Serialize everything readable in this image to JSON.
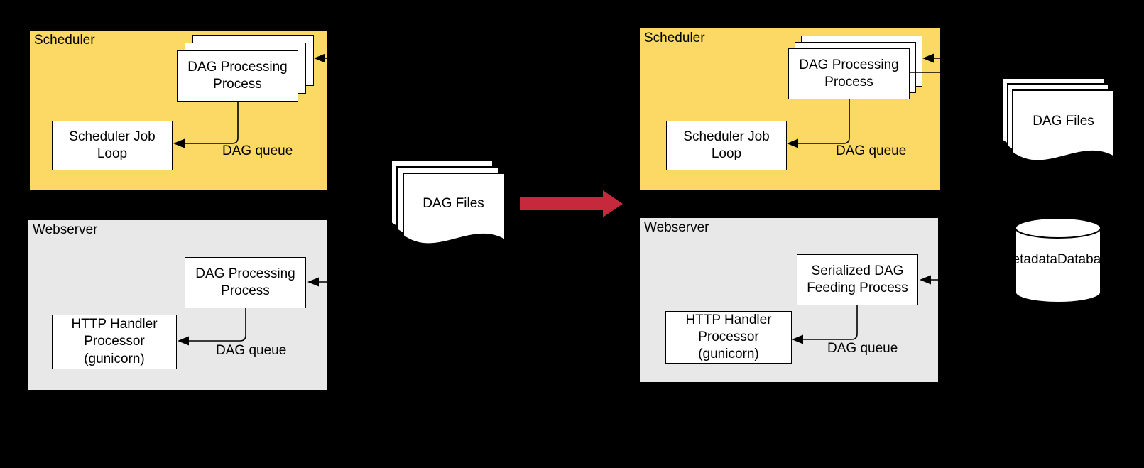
{
  "colors": {
    "background": "#000000",
    "scheduler_fill": "#FBD964",
    "webserver_fill": "#E8E8E8",
    "box_fill": "#FFFFFF",
    "line": "#000000",
    "migration_arrow_red": "#C6283C"
  },
  "left": {
    "scheduler": {
      "title": "Scheduler",
      "stack_lines": [
        "DAG Processing",
        "Process"
      ],
      "job_loop_lines": [
        "Scheduler Job",
        "Loop"
      ],
      "queue_label": "DAG queue"
    },
    "webserver": {
      "title": "Webserver",
      "process_lines": [
        "DAG Processing",
        "Process"
      ],
      "handler_lines": [
        "HTTP Handler",
        "Processor (gunicorn)"
      ],
      "queue_label": "DAG queue"
    }
  },
  "middle": {
    "dag_files_label": "DAG Files"
  },
  "right": {
    "scheduler": {
      "title": "Scheduler",
      "stack_lines": [
        "DAG Processing",
        "Process"
      ],
      "job_loop_lines": [
        "Scheduler Job",
        "Loop"
      ],
      "queue_label": "DAG queue"
    },
    "webserver": {
      "title": "Webserver",
      "process_lines": [
        "Serialized DAG",
        "Feeding Process"
      ],
      "handler_lines": [
        "HTTP Handler",
        "Processor (gunicorn)"
      ],
      "queue_label": "DAG queue"
    },
    "dag_files_label": "DAG Files",
    "database_lines": [
      "Metadata",
      "Database"
    ]
  }
}
